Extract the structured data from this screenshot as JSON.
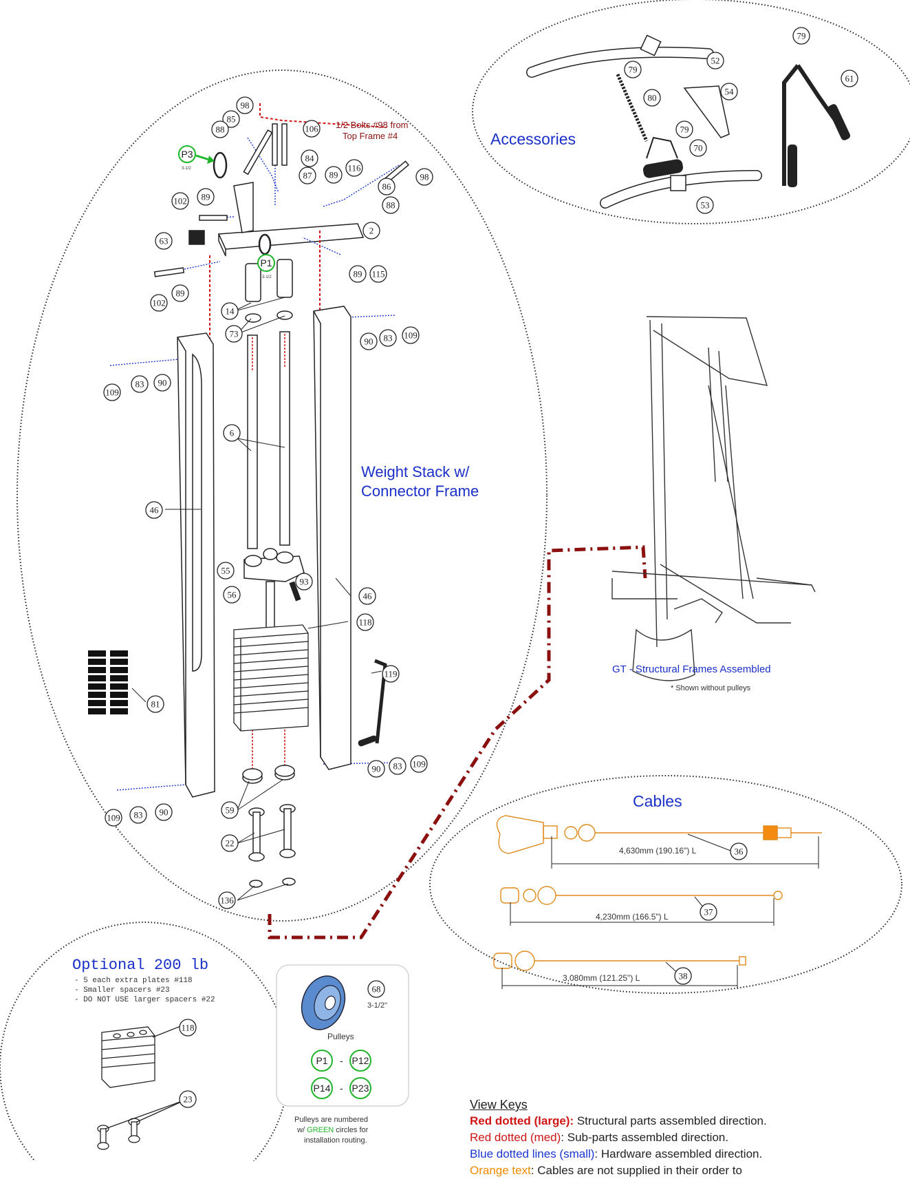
{
  "section_titles": {
    "accessories": "Accessories",
    "weight_stack_line1": "Weight Stack w/",
    "weight_stack_line2": "Connector Frame",
    "cables": "Cables",
    "optional": "Optional 200 lb",
    "structural": "GT - Structural Frames Assembled",
    "structural_note": "* Shown without pulleys"
  },
  "annotations": {
    "bolts_line1": "1/2 Bolts #98 from",
    "bolts_line2": "Top Frame #4"
  },
  "optional_notes": [
    "- 5 each extra plates #118",
    "- Smaller spacers #23",
    "- DO NOT USE larger spacers #22"
  ],
  "pulley_legend": {
    "part": "68",
    "size": "3-1/2\"",
    "title": "Pulleys",
    "ranges": [
      [
        "P1",
        "P12"
      ],
      [
        "P14",
        "P23"
      ]
    ],
    "range_sep": "-",
    "caption_line1": "Pulleys are numbered",
    "caption_line2_pre": "w/ ",
    "caption_line2_green": "GREEN",
    "caption_line2_post": " circles for",
    "caption_line3": "installation routing."
  },
  "cables": [
    {
      "part": "36",
      "length": "4,630mm (190.16\") L"
    },
    {
      "part": "37",
      "length": "4,230mm (166.5\") L"
    },
    {
      "part": "38",
      "length": "3,080mm (121.25\") L"
    }
  ],
  "pulley_callouts": {
    "p3": "P3",
    "p1": "P1",
    "p3_size": "3-1/2",
    "p1_size": "3-1/2"
  },
  "callouts": {
    "acc": [
      "52",
      "79",
      "80",
      "54",
      "79",
      "70",
      "53",
      "79",
      "61"
    ],
    "top": [
      "98",
      "85",
      "88",
      "106",
      "84",
      "87",
      "89",
      "116",
      "98",
      "86",
      "88",
      "102",
      "89",
      "2",
      "63",
      "89",
      "115",
      "102",
      "89"
    ],
    "stack": [
      "14",
      "73",
      "90",
      "83",
      "109",
      "109",
      "83",
      "90",
      "6",
      "46",
      "55",
      "93",
      "56",
      "46",
      "118",
      "81",
      "119",
      "90",
      "83",
      "109",
      "109",
      "83",
      "90",
      "59",
      "22",
      "136",
      "118",
      "23"
    ]
  },
  "view_keys": {
    "title": "View Keys",
    "red_large_label": "Red dotted (large):",
    "red_large_text": " Structural parts assembled direction.",
    "red_med_label": "Red dotted (med)",
    "red_med_text": ": Sub-parts assembled direction.",
    "blue_label": "Blue dotted lines (small)",
    "blue_text": ": Hardware assembled direction.",
    "orange_label": "Orange text",
    "orange_text": ": Cables are not supplied in their order to"
  },
  "colors": {
    "blue_title": "#1a2fc8",
    "red": "#d01515",
    "blue": "#1a35d0",
    "green": "#1fb52a",
    "orange": "#e08a1a",
    "dark_red": "#8b1010"
  }
}
